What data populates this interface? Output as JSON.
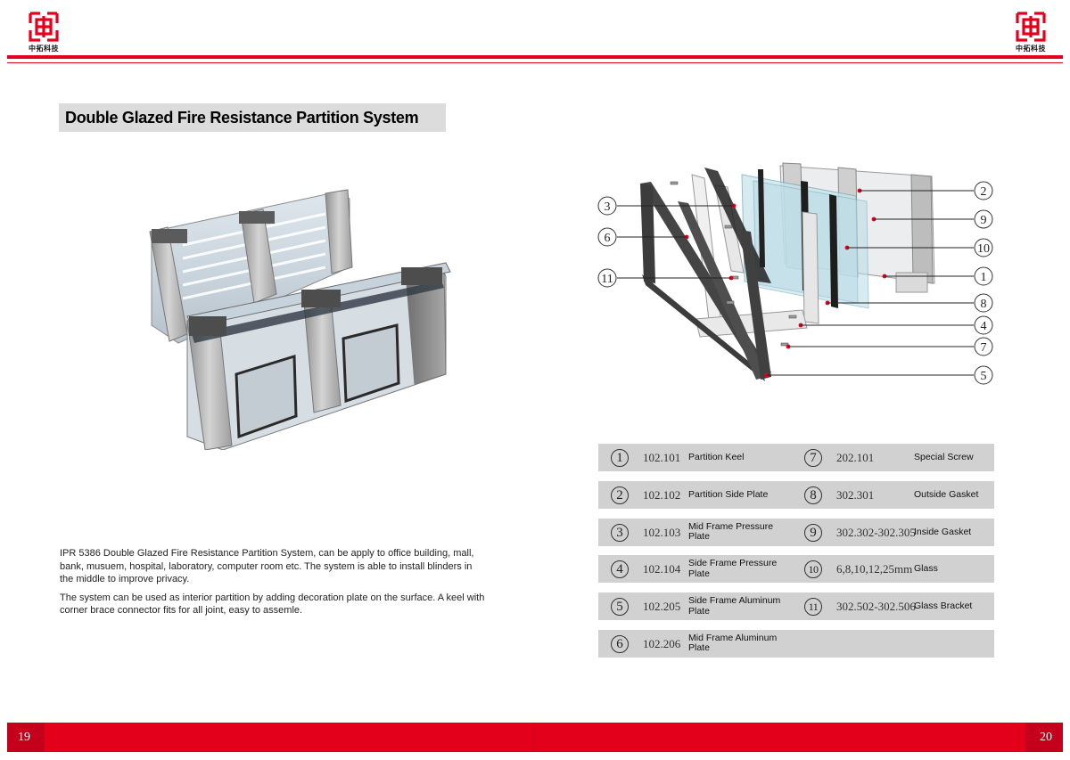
{
  "brand": {
    "name": "中拓科技",
    "red": "#e3001b"
  },
  "title": "Double Glazed Fire Resistance Partition System",
  "description": [
    "IPR 5386 Double Glazed Fire Resistance Partition System, can be apply to office building, mall, bank, musuem, hospital, laboratory, computer room etc. The system is able to install blinders in the middle to improve privacy.",
    "The system can be used as interior partition by adding decoration plate on the surface. A keel with corner brace connector fits for all joint, easy to assemle."
  ],
  "callouts": {
    "left": [
      "3",
      "6",
      "11"
    ],
    "right": [
      "2",
      "9",
      "10",
      "1",
      "8",
      "4",
      "7",
      "5"
    ]
  },
  "parts": [
    {
      "left": {
        "num": "1",
        "code": "102.101",
        "name": "Partition Keel"
      },
      "right": {
        "num": "7",
        "code": "202.101",
        "name": "Special Screw"
      }
    },
    {
      "left": {
        "num": "2",
        "code": "102.102",
        "name": "Partition Side Plate"
      },
      "right": {
        "num": "8",
        "code": "302.301",
        "name": "Outside Gasket"
      }
    },
    {
      "left": {
        "num": "3",
        "code": "102.103",
        "name": "Mid Frame Pressure Plate"
      },
      "right": {
        "num": "9",
        "code": "302.302-302.305",
        "name": "Inside Gasket"
      }
    },
    {
      "left": {
        "num": "4",
        "code": "102.104",
        "name": "Side Frame Pressure Plate"
      },
      "right": {
        "num": "10",
        "code": "6,8,10,12,25mm",
        "name": "Glass"
      }
    },
    {
      "left": {
        "num": "5",
        "code": "102.205",
        "name": "Side Frame Aluminum Plate"
      },
      "right": {
        "num": "11",
        "code": "302.502-302.506",
        "name": "Glass Bracket"
      }
    },
    {
      "left": {
        "num": "6",
        "code": "102.206",
        "name": "Mid Frame Aluminum Plate"
      },
      "right": null
    }
  ],
  "footer": {
    "page_left": "19",
    "page_right": "20"
  }
}
